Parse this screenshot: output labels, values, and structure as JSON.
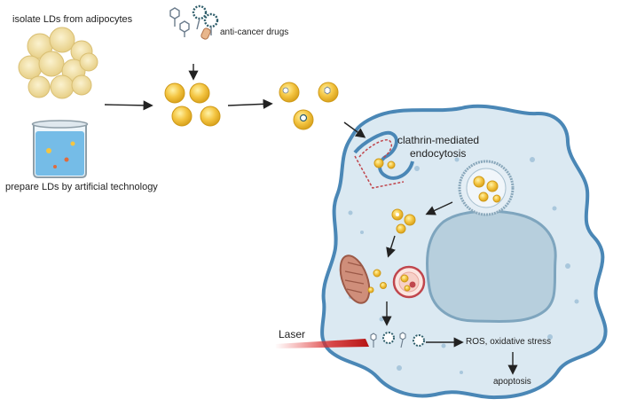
{
  "labels": {
    "isolate": "isolate LDs from adipocytes",
    "prepare": "prepare LDs by artificial technology",
    "drugs": "anti-cancer drugs",
    "clathrin_line1": "clathrin-mediated",
    "clathrin_line2": "endocytosis",
    "laser": "Laser",
    "ros": "ROS, oxidative stress",
    "apoptosis": "apoptosis"
  },
  "colors": {
    "cell_fill": "#dbe9f2",
    "cell_stroke": "#4a87b6",
    "nucleus_fill": "#b7cfdd",
    "ld_fill": "#f4c542",
    "adipocyte_fill": "#f3e4b0",
    "beaker_liquid": "#5fb2e3",
    "laser": "#d72b2b",
    "mito_fill": "#cf8e7a",
    "endosome_stroke": "#c0464d"
  },
  "icons": [
    "adipocyte-cluster-icon",
    "beaker-icon",
    "drug-molecule-icon",
    "lipid-droplet-icon",
    "mitochondrion-icon",
    "endosome-icon",
    "lysosome-icon",
    "laser-beam-icon"
  ]
}
